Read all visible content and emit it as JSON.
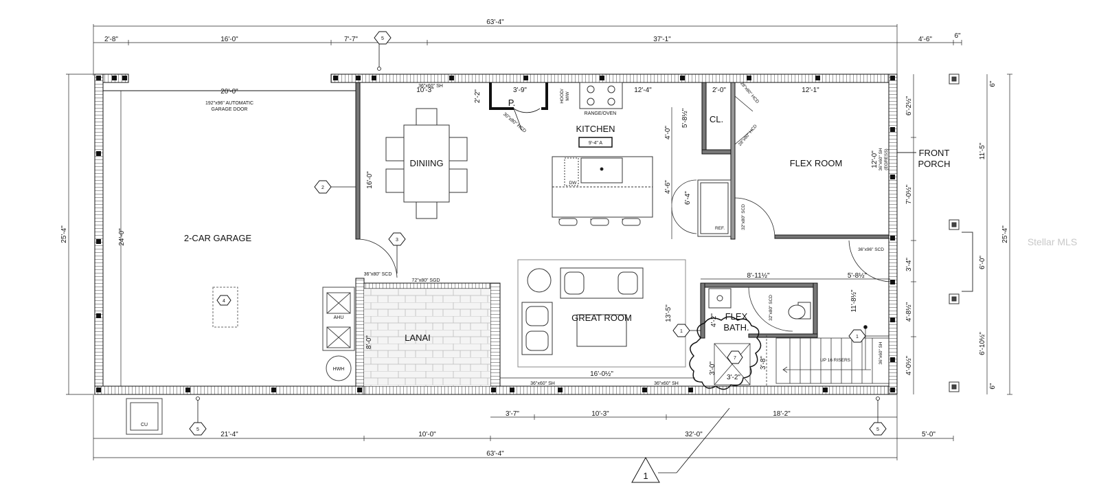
{
  "overall_dims": {
    "top": "63'-4\"",
    "bottom": "63'-4\"",
    "left": "25'-4\"",
    "right": "25'-4\""
  },
  "top_dims": [
    "2'-8\"",
    "16'-0\"",
    "7'-7\"",
    "37'-1\"",
    "4'-6\"",
    "6\""
  ],
  "bottom_dims_outer": [
    "21'-4\"",
    "10'-0\"",
    "32'-0\"",
    "5'-0\""
  ],
  "bottom_dims_inner": [
    "3'-7\"",
    "10'-3\"",
    "18'-2\""
  ],
  "right_dims": [
    "6'-2½\"",
    "7'-0½\"",
    "3'-4\"",
    "4'-8½\"",
    "4'-0½\""
  ],
  "porch_dims": [
    "6\"",
    "11'-5\"",
    "6'-0\"",
    "6'-10½\"",
    "6\""
  ],
  "rooms": {
    "garage": "2-CAR GARAGE",
    "dining": "DINIING",
    "kitchen": "KITCHEN",
    "flex_room": "FLEX ROOM",
    "front_porch": [
      "FRONT",
      "PORCH"
    ],
    "great_room": "GREAT ROOM",
    "lanai": "LANAI",
    "flex_bath": [
      "FLEX",
      "BATH."
    ],
    "closet": "CL.",
    "pantry": "P."
  },
  "interior_dims": {
    "garage_width": "20'-0\"",
    "garage_depth": "24'-0\"",
    "dining_width": "10'-3\"",
    "dining_depth": "16'-0\"",
    "pantry_depth": "2'-2\"",
    "pantry_width": "3'-9\"",
    "kitchen_width": "12'-4\"",
    "closet_width": "2'-0\"",
    "flex_width": "12'-1\"",
    "flex_depth": "12'-0\"",
    "kitchen_a": "5'-8½\"",
    "kitchen_b": "4'-0\"",
    "kitchen_c": "4'-6\"",
    "fridge_nook": "6'-4\"",
    "great_depth": "13'-5\"",
    "great_width": "16'-0½\"",
    "bath_width": "8'-11½\"",
    "hall_width": "5'-8½\"",
    "bath_depth": "11'-8½\"",
    "bath_closet": "4'-2\"",
    "lanai_depth": "8'-0\"",
    "stair_a": "3'-0\"",
    "stair_b": "3'-2\"",
    "stair_c": "3'-8\""
  },
  "notes": {
    "garage_door": [
      "192\"x96\" AUTOMATIC",
      "GARAGE DOOR"
    ],
    "window_top": "36\"x60\" SH",
    "pantry_door": "30\"x80\" HCD",
    "hood": [
      "HOOD/",
      "M/W"
    ],
    "range": "RANGE/OVEN",
    "island": "9'-4\" A",
    "closet_door_1": "28\"x80\" HCD",
    "closet_door_2": "28\"x80\" HCD",
    "egress": [
      "36\"x60\" SH",
      "(EGRESS)"
    ],
    "flex_door": "32\"x80\" SCD",
    "dw": "DW",
    "ref": "REF.",
    "entry_door": "36\"x96\" SCD",
    "garage_entry": "36\"x80\" SCD",
    "sgd": "72\"x80\" SGD",
    "ahu": "AHU",
    "hwh": "HWH",
    "cu": "CU",
    "bath_door": "32\"x80\" SCD",
    "stairs": "UP 16 RISERS",
    "stair_window": "36\"x60\" SH",
    "window_bottom_1": "36\"x60\" SH",
    "window_bottom_2": "36\"x60\" SH"
  },
  "callouts": {
    "c5": "5",
    "c2": "2",
    "c3": "3",
    "c4": "4",
    "c1": "1",
    "c7": "7",
    "section": "1"
  },
  "watermark": "Stellar MLS"
}
